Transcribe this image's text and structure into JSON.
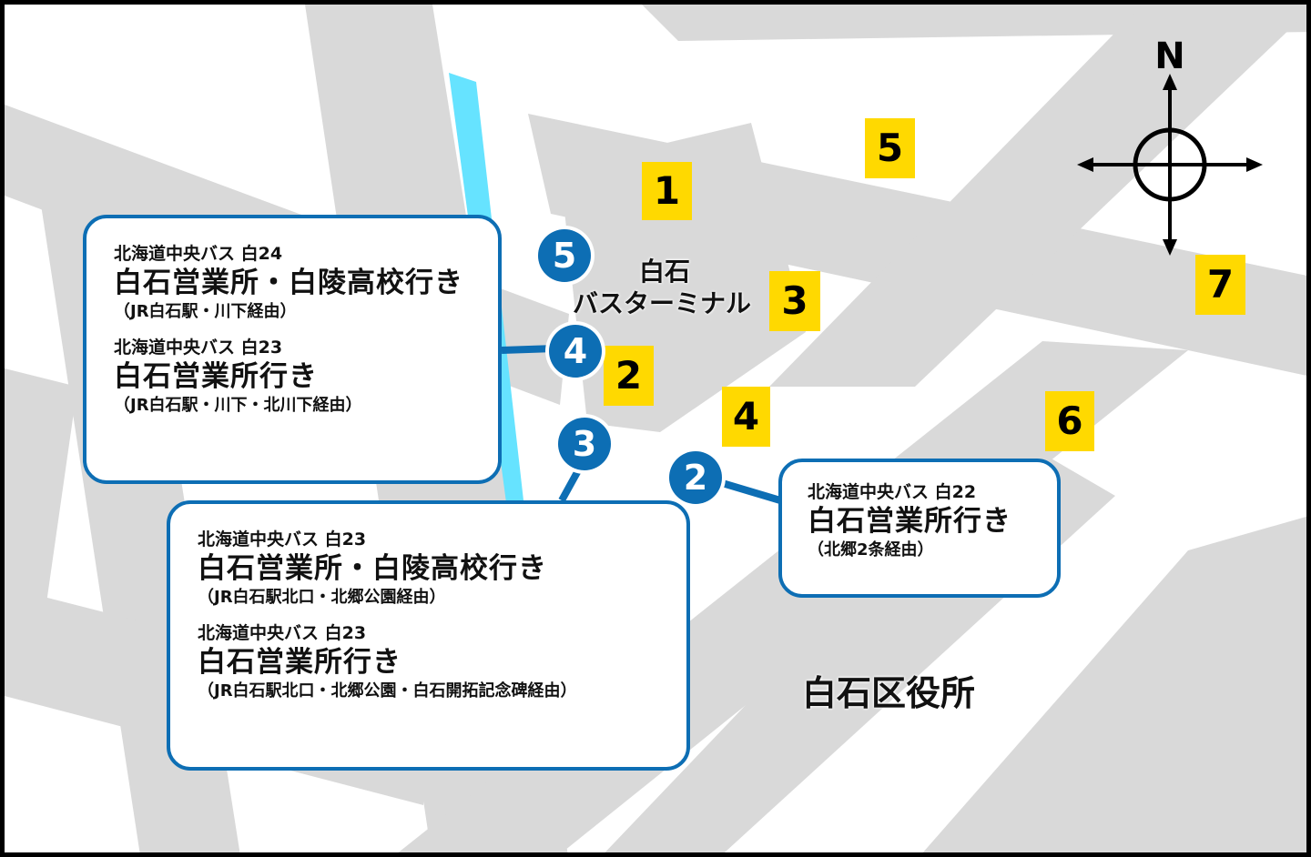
{
  "markers": {
    "m1": "1",
    "m2": "2",
    "m3": "3",
    "m4": "4",
    "m5": "5",
    "m6": "6",
    "m7": "7"
  },
  "pins": {
    "p2": "2",
    "p3": "3",
    "p4": "4",
    "p5": "5"
  },
  "labels": {
    "terminal_line1": "白石",
    "terminal_line2": "バスターミナル",
    "ward_office": "白石区役所",
    "north": "N"
  },
  "box_upper_left": {
    "routes": [
      {
        "operator": "北海道中央バス 白24",
        "dest": "白石営業所・白陵高校行き",
        "via": "（JR白石駅・川下経由）"
      },
      {
        "operator": "北海道中央バス 白23",
        "dest": "白石営業所行き",
        "via": "（JR白石駅・川下・北川下経由）"
      }
    ]
  },
  "box_lower": {
    "routes": [
      {
        "operator": "北海道中央バス 白23",
        "dest": "白石営業所・白陵高校行き",
        "via": "（JR白石駅北口・北郷公園経由）"
      },
      {
        "operator": "北海道中央バス 白23",
        "dest": "白石営業所行き",
        "via": "（JR白石駅北口・北郷公園・白石開拓記念碑経由）"
      }
    ]
  },
  "box_right": {
    "routes": [
      {
        "operator": "北海道中央バス 白22",
        "dest": "白石営業所行き",
        "via": "（北郷2条経由）"
      }
    ]
  },
  "colors": {
    "road": "#d9d9d9",
    "river": "#66e3ff",
    "marker_yellow": "#ffd900",
    "pin_blue": "#0d6eb4"
  }
}
